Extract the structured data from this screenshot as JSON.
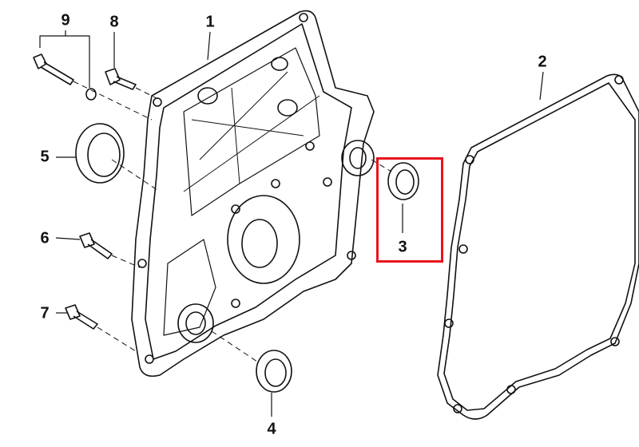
{
  "diagram": {
    "highlight_color": "#e8141b",
    "highlighted_part": "3",
    "parts": [
      {
        "id": "p1",
        "number": "1",
        "name": "timing-case-cover"
      },
      {
        "id": "p2",
        "number": "2",
        "name": "gasket"
      },
      {
        "id": "p3",
        "number": "3",
        "name": "shaft-seal-small"
      },
      {
        "id": "p4",
        "number": "4",
        "name": "shaft-seal-lower"
      },
      {
        "id": "p5",
        "number": "5",
        "name": "shaft-seal-large"
      },
      {
        "id": "p6",
        "number": "6",
        "name": "bolt"
      },
      {
        "id": "p7",
        "number": "7",
        "name": "bolt"
      },
      {
        "id": "p8",
        "number": "8",
        "name": "bolt-with-washer"
      },
      {
        "id": "p9",
        "number": "9",
        "name": "bolt-and-washer"
      }
    ]
  }
}
